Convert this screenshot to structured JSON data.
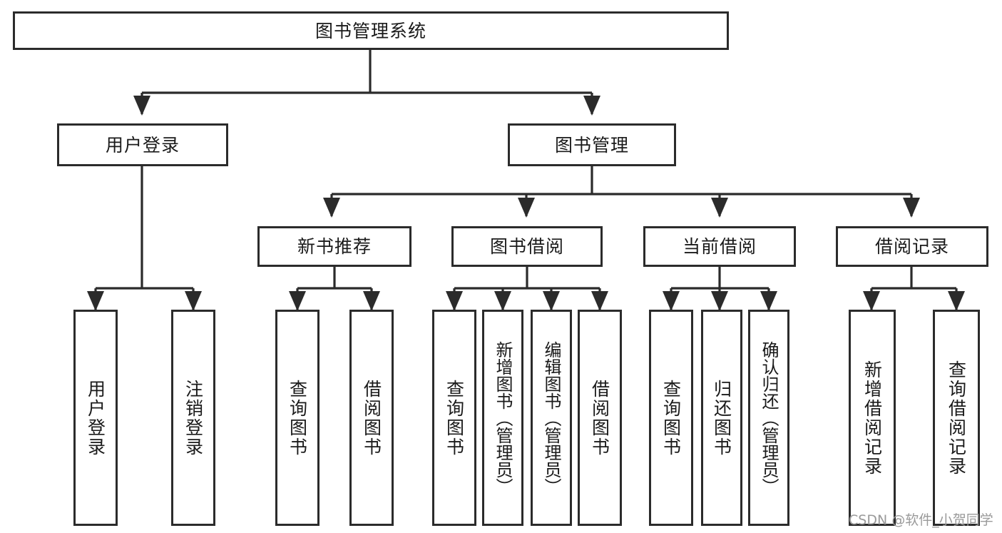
{
  "diagram": {
    "title": "图书管理系统",
    "type": "tree-hierarchy-chart",
    "watermark": "CSDN @软件_小贺同学",
    "colors": {
      "background": "#ffffff",
      "box_border": "#2b2b2b",
      "connector": "#2b2b2b",
      "text": "#1a1a1a",
      "watermark": "#9a9a9a"
    },
    "root": {
      "label": "图书管理系统"
    },
    "level2": [
      {
        "id": "user-login",
        "label": "用户登录"
      },
      {
        "id": "book-manage",
        "label": "图书管理"
      }
    ],
    "level3": [
      {
        "id": "new-book-recommend",
        "label": "新书推荐"
      },
      {
        "id": "book-borrow",
        "label": "图书借阅"
      },
      {
        "id": "current-borrow",
        "label": "当前借阅"
      },
      {
        "id": "borrow-record",
        "label": "借阅记录"
      }
    ],
    "leaves": {
      "user_login": [
        {
          "id": "leaf-user-login",
          "label": "用户登录"
        },
        {
          "id": "leaf-logout-login",
          "label": "注销登录"
        }
      ],
      "new_book_recommend": [
        {
          "id": "leaf-query-book-1",
          "label": "查询图书"
        },
        {
          "id": "leaf-borrow-book-1",
          "label": "借阅图书"
        }
      ],
      "book_borrow": [
        {
          "id": "leaf-query-book-2",
          "label": "查询图书"
        },
        {
          "id": "leaf-add-book-admin",
          "label": "新增图书（管理员）"
        },
        {
          "id": "leaf-edit-book-admin",
          "label": "编辑图书（管理员）"
        },
        {
          "id": "leaf-borrow-book-2",
          "label": "借阅图书"
        }
      ],
      "current_borrow": [
        {
          "id": "leaf-query-book-3",
          "label": "查询图书"
        },
        {
          "id": "leaf-return-book",
          "label": "归还图书"
        },
        {
          "id": "leaf-confirm-return-admin",
          "label": "确认归还（管理员）"
        }
      ],
      "borrow_record": [
        {
          "id": "leaf-add-borrow-record",
          "label": "新增借阅记录"
        },
        {
          "id": "leaf-query-borrow-record",
          "label": "查询借阅记录"
        }
      ]
    }
  }
}
